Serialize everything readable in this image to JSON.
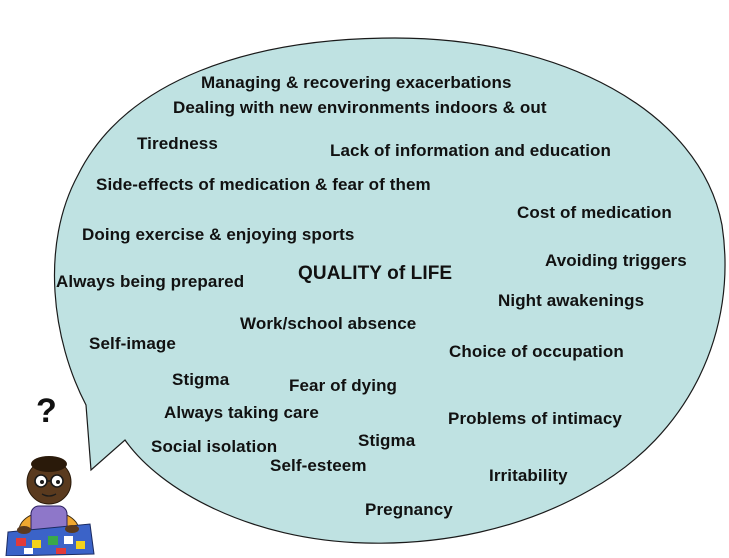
{
  "colors": {
    "bubble_fill": "#bfe2e2",
    "bubble_stroke": "#1a1a1a",
    "text": "#111111"
  },
  "center_label": "QUALITY of LIFE",
  "question_mark": "?",
  "terms": {
    "managing": "Managing & recovering exacerbations",
    "environments": "Dealing with new environments indoors & out",
    "tiredness": "Tiredness",
    "lack_info": "Lack of information and education",
    "side_effects": "Side-effects of medication & fear of them",
    "cost": "Cost of medication",
    "exercise": "Doing exercise & enjoying sports",
    "triggers": "Avoiding triggers",
    "prepared": "Always being prepared",
    "night": "Night awakenings",
    "absence": "Work/school absence",
    "self_image": "Self-image",
    "occupation": "Choice of occupation",
    "stigma_1": "Stigma",
    "fear_dying": "Fear of dying",
    "taking_care": "Always taking care",
    "intimacy": "Problems of intimacy",
    "stigma_2": "Stigma",
    "isolation": "Social isolation",
    "self_esteem": "Self-esteem",
    "irritability": "Irritability",
    "pregnancy": "Pregnancy"
  },
  "icons": {
    "child": "child-with-puzzle-icon"
  }
}
